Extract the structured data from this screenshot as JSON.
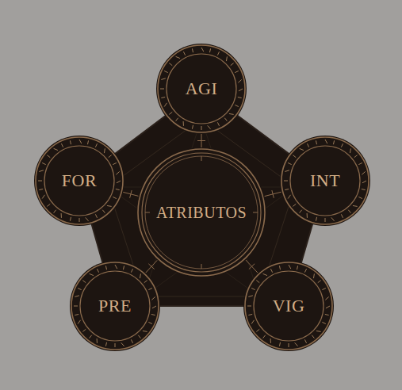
{
  "diagram": {
    "nodes": [
      {
        "text": [
          "AGI"
        ]
      },
      {
        "text": [
          "FOR"
        ]
      },
      {
        "text": [
          "ATRIBUTOS"
        ]
      },
      {
        "text": [
          "INT"
        ]
      },
      {
        "text": [
          "PRE"
        ]
      },
      {
        "text": [
          "VIG"
        ]
      }
    ],
    "edges": [
      {
        "from": 2,
        "to": 0,
        "arrow": "none"
      },
      {
        "from": 2,
        "to": 1,
        "arrow": "none"
      },
      {
        "from": 2,
        "to": 3,
        "arrow": "none"
      },
      {
        "from": 2,
        "to": 4,
        "arrow": "none"
      },
      {
        "from": 2,
        "to": 5,
        "arrow": "none"
      }
    ]
  }
}
